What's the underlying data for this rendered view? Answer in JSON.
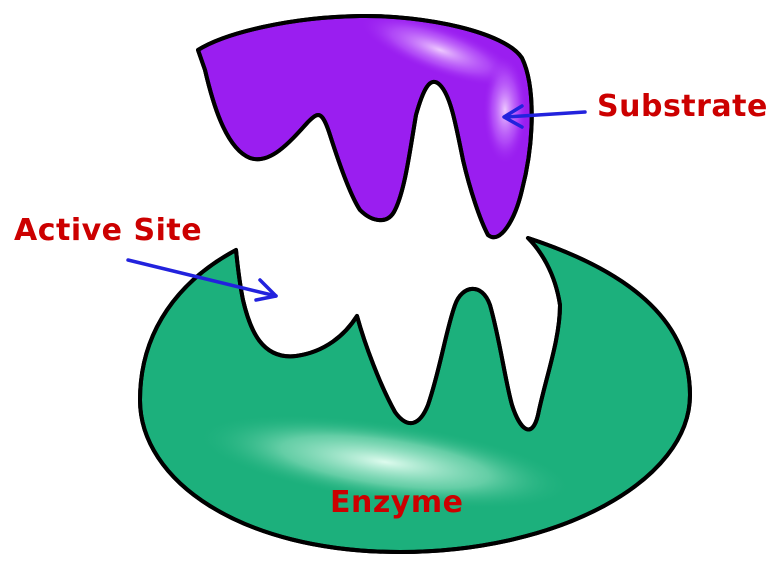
{
  "labels": {
    "substrate": "Substrate",
    "active_site": "Active Site",
    "enzyme": "Enzyme"
  },
  "colors": {
    "substrate_fill": "#9a1ef0",
    "substrate_highlight": "#f2d2ff",
    "enzyme_fill": "#1cb07c",
    "enzyme_highlight": "#e8fff4",
    "outline": "#000000",
    "label_text": "#cc0000",
    "arrow": "#2222dd",
    "background": "#ffffff"
  }
}
